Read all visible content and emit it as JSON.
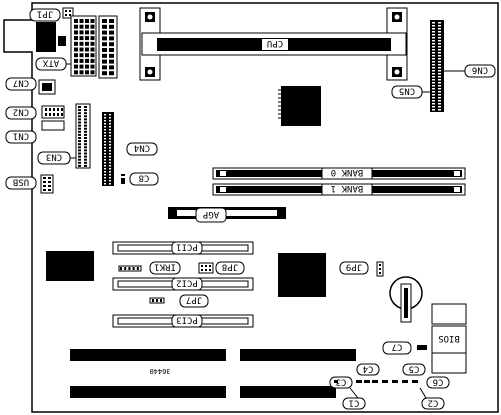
{
  "labels": {
    "jp1": "JP1",
    "atx": "ATX",
    "cn7": "CN7",
    "cn2": "CN2",
    "cn1": "CN1",
    "cn3": "CN3",
    "usb": "USB",
    "cn4": "CN4",
    "c8": "C8",
    "cpu": "CPU",
    "cn5": "CN5",
    "cn6": "CN6",
    "bank0": "BANK 0",
    "bank1": "BANK 1",
    "agp": "AGP",
    "pci1": "PCI1",
    "pci2": "PCI2",
    "pci3": "PCI3",
    "irk1": "IRK1",
    "jp8": "JP8",
    "jp9": "JP9",
    "jp7": "JP7",
    "bios": "BIOS",
    "c7": "C7",
    "c3": "C3",
    "c4": "C4",
    "c5": "C5",
    "c6": "C6",
    "c1": "C1",
    "c2": "C2",
    "code": "36440"
  },
  "colors": {
    "ink": "#000000",
    "paper": "#ffffff"
  }
}
